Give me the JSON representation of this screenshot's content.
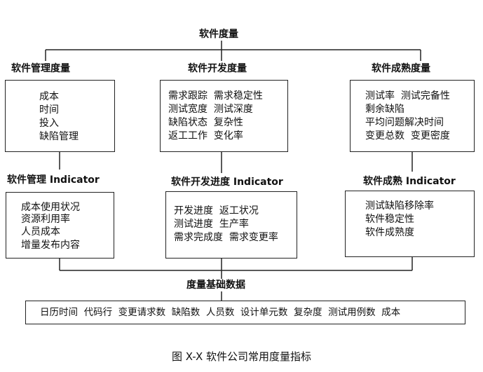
{
  "root": {
    "title": "软件度量"
  },
  "management": {
    "title": "软件管理度量",
    "items": [
      "成本",
      "时间",
      "投入",
      "缺陷管理"
    ],
    "indicator_title": "软件管理 Indicator",
    "indicator_items": [
      "成本使用状况",
      "资源利用率",
      "人员成本",
      "增量发布内容"
    ]
  },
  "development": {
    "title": "软件开发度量",
    "items": [
      "需求跟踪  需求稳定性",
      "测试宽度  测试深度",
      "缺陷状态  复杂性",
      "返工工作  变化率"
    ],
    "indicator_title": "软件开发进度 Indicator",
    "indicator_items": [
      "开发进度  返工状况",
      "测试进度  生产率",
      "需求完成度  需求变更率"
    ]
  },
  "maturity": {
    "title": "软件成熟度量",
    "items": [
      "测试率  测试完备性",
      "剩余缺陷",
      "平均问题解决时间",
      "变更总数  变更密度"
    ],
    "indicator_title": "软件成熟 Indicator",
    "indicator_items": [
      "测试缺陷移除率",
      "软件稳定性",
      "软件成熟度"
    ]
  },
  "base": {
    "title": "度量基础数据",
    "items": "日历时间  代码行  变更请求数  缺陷数  人员数  设计单元数  复杂度  测试用例数  成本"
  },
  "caption": "图 X-X 软件公司常用度量指标"
}
